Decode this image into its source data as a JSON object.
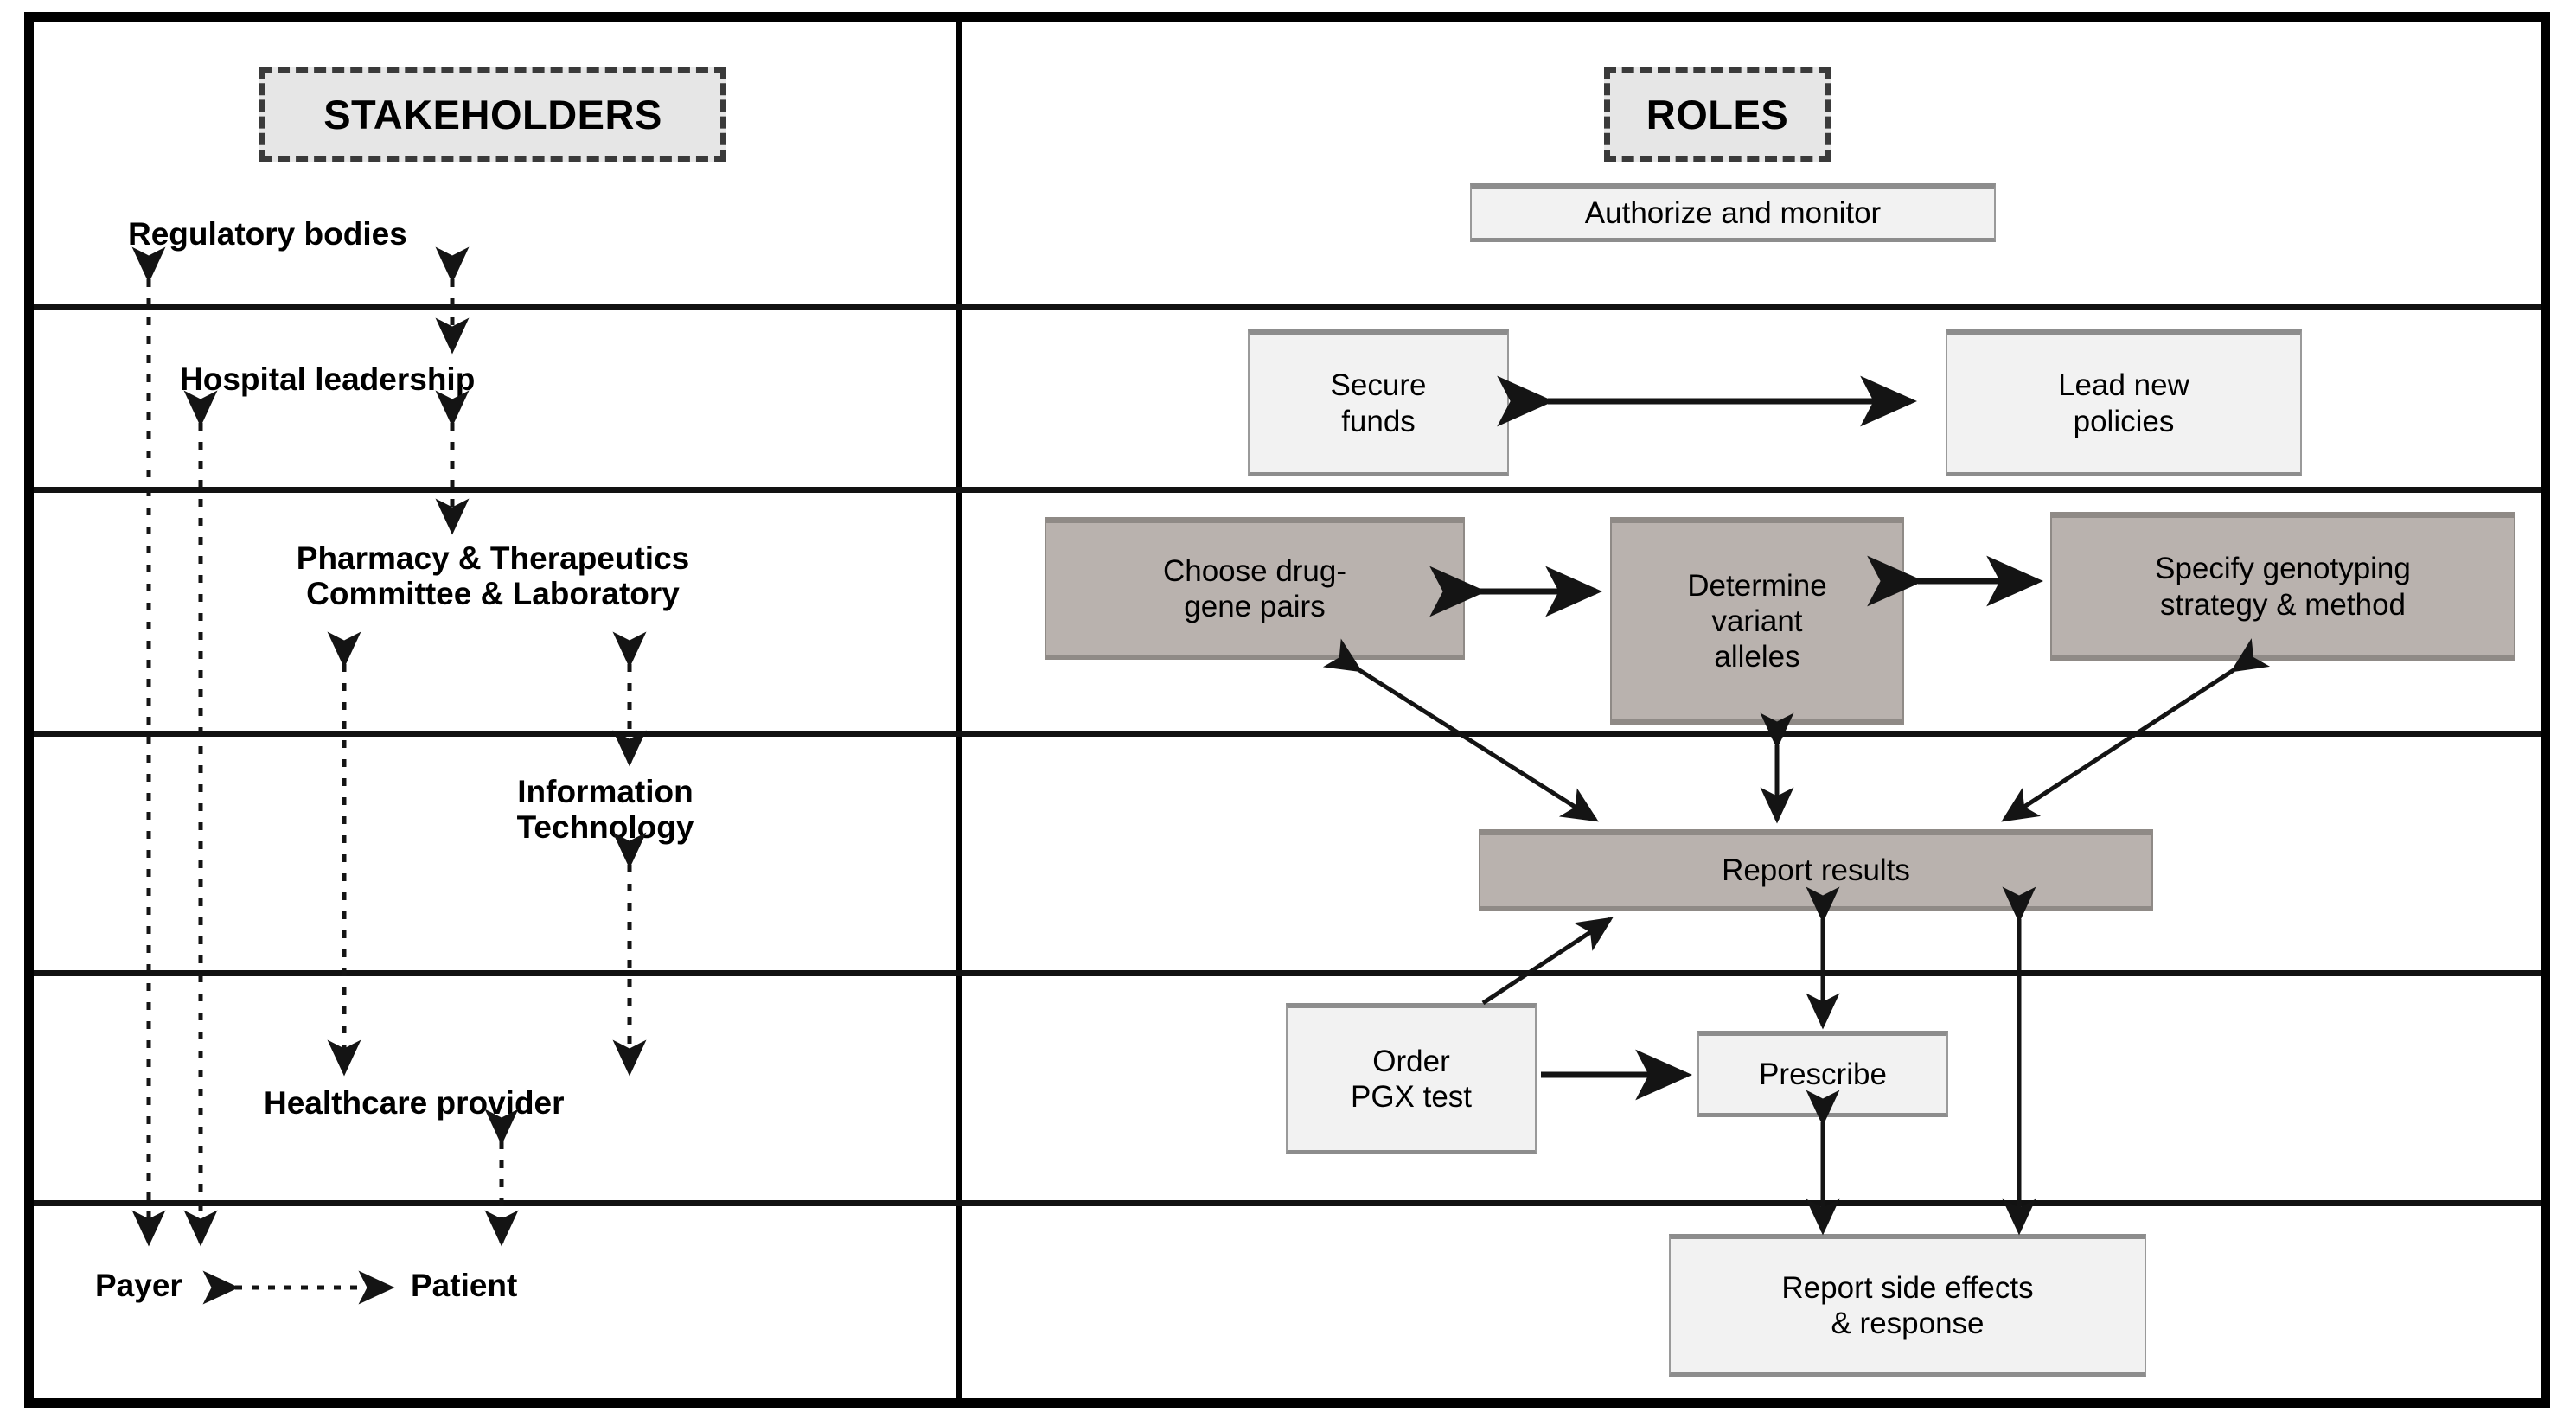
{
  "diagram": {
    "title": "PGx implementation stakeholders and roles swimlane diagram",
    "columns": {
      "stakeholders_header": "STAKEHOLDERS",
      "roles_header": "ROLES"
    },
    "colors": {
      "frame": "#000000",
      "lane_line": "#121212",
      "header_chip_fill": "#e6e6e6",
      "header_chip_border": "#3a3a3a",
      "role_light_fill": "#f2f2f2",
      "role_light_border": "#9a9a9a",
      "role_dark_fill": "#b9b2ae",
      "role_dark_border": "#8f8a86",
      "arrow": "#1a1a1a"
    },
    "lanes": [
      {
        "id": "lane-regulatory",
        "stakeholder": "Regulatory bodies",
        "roles": [
          "Authorize and monitor"
        ]
      },
      {
        "id": "lane-hospital-leadership",
        "stakeholder": "Hospital leadership",
        "roles": [
          "Secure funds",
          "Lead new policies"
        ]
      },
      {
        "id": "lane-pt-committee-lab",
        "stakeholder": "Pharmacy & Therapeutics Committee & Laboratory",
        "roles": [
          "Choose drug-gene pairs",
          "Determine variant alleles",
          "Specify genotyping strategy & method"
        ]
      },
      {
        "id": "lane-information-technology",
        "stakeholder": "Information Technology",
        "roles": [
          "Report results"
        ]
      },
      {
        "id": "lane-healthcare-provider",
        "stakeholder": "Healthcare provider",
        "roles": [
          "Order PGX test",
          "Prescribe"
        ]
      },
      {
        "id": "lane-payer-patient",
        "stakeholder": "Payer / Patient",
        "roles": [
          "Report side effects & response"
        ]
      }
    ],
    "stakeholder_labels": {
      "regulatory_bodies": "Regulatory bodies",
      "hospital_leadership": "Hospital leadership",
      "pt_committee_line1": "Pharmacy & Therapeutics",
      "pt_committee_line2": "Committee & Laboratory",
      "information_technology_line1": "Information",
      "information_technology_line2": "Technology",
      "healthcare_provider": "Healthcare provider",
      "payer": "Payer",
      "patient": "Patient"
    },
    "role_boxes": {
      "authorize_and_monitor": "Authorize and monitor",
      "secure_funds_line1": "Secure",
      "secure_funds_line2": "funds",
      "lead_new_policies_line1": "Lead new",
      "lead_new_policies_line2": "policies",
      "choose_drug_gene_pairs_line1": "Choose drug-",
      "choose_drug_gene_pairs_line2": "gene pairs",
      "determine_variant_alleles_line1": "Determine",
      "determine_variant_alleles_line2": "variant",
      "determine_variant_alleles_line3": "alleles",
      "specify_genotyping_line1": "Specify genotyping",
      "specify_genotyping_line2": "strategy & method",
      "report_results": "Report results",
      "order_pgx_test_line1": "Order",
      "order_pgx_test_line2": "PGX test",
      "prescribe": "Prescribe",
      "report_side_effects_line1": "Report side effects",
      "report_side_effects_line2": "& response"
    },
    "connections": [
      {
        "from": "Regulatory bodies",
        "to": "Hospital leadership",
        "style": "dotted",
        "direction": "both"
      },
      {
        "from": "Regulatory bodies",
        "to": "Payer",
        "style": "dotted",
        "direction": "both"
      },
      {
        "from": "Hospital leadership",
        "to": "Pharmacy & Therapeutics Committee & Laboratory",
        "style": "dotted",
        "direction": "both"
      },
      {
        "from": "Hospital leadership",
        "to": "Payer",
        "style": "dotted",
        "direction": "both"
      },
      {
        "from": "Pharmacy & Therapeutics Committee & Laboratory",
        "to": "Healthcare provider",
        "style": "dotted",
        "direction": "both"
      },
      {
        "from": "Pharmacy & Therapeutics Committee & Laboratory",
        "to": "Information Technology",
        "style": "dotted",
        "direction": "both"
      },
      {
        "from": "Information Technology",
        "to": "Healthcare provider",
        "style": "dotted",
        "direction": "both"
      },
      {
        "from": "Healthcare provider",
        "to": "Patient",
        "style": "dotted",
        "direction": "both"
      },
      {
        "from": "Payer",
        "to": "Patient",
        "style": "dotted",
        "direction": "both"
      },
      {
        "from": "Secure funds",
        "to": "Lead new policies",
        "style": "solid",
        "direction": "both"
      },
      {
        "from": "Choose drug-gene pairs",
        "to": "Determine variant alleles",
        "style": "solid",
        "direction": "both"
      },
      {
        "from": "Determine variant alleles",
        "to": "Specify genotyping strategy & method",
        "style": "solid",
        "direction": "both"
      },
      {
        "from": "Choose drug-gene pairs",
        "to": "Report results",
        "style": "solid",
        "direction": "both"
      },
      {
        "from": "Determine variant alleles",
        "to": "Report results",
        "style": "solid",
        "direction": "both"
      },
      {
        "from": "Specify genotyping strategy & method",
        "to": "Report results",
        "style": "solid",
        "direction": "both"
      },
      {
        "from": "Order PGX test",
        "to": "Report results",
        "style": "solid",
        "direction": "to"
      },
      {
        "from": "Order PGX test",
        "to": "Prescribe",
        "style": "solid",
        "direction": "to"
      },
      {
        "from": "Report results",
        "to": "Prescribe",
        "style": "solid",
        "direction": "both"
      },
      {
        "from": "Prescribe",
        "to": "Report side effects & response",
        "style": "solid",
        "direction": "both"
      },
      {
        "from": "Report side effects & response",
        "to": "Report results",
        "style": "solid",
        "direction": "both"
      }
    ]
  }
}
